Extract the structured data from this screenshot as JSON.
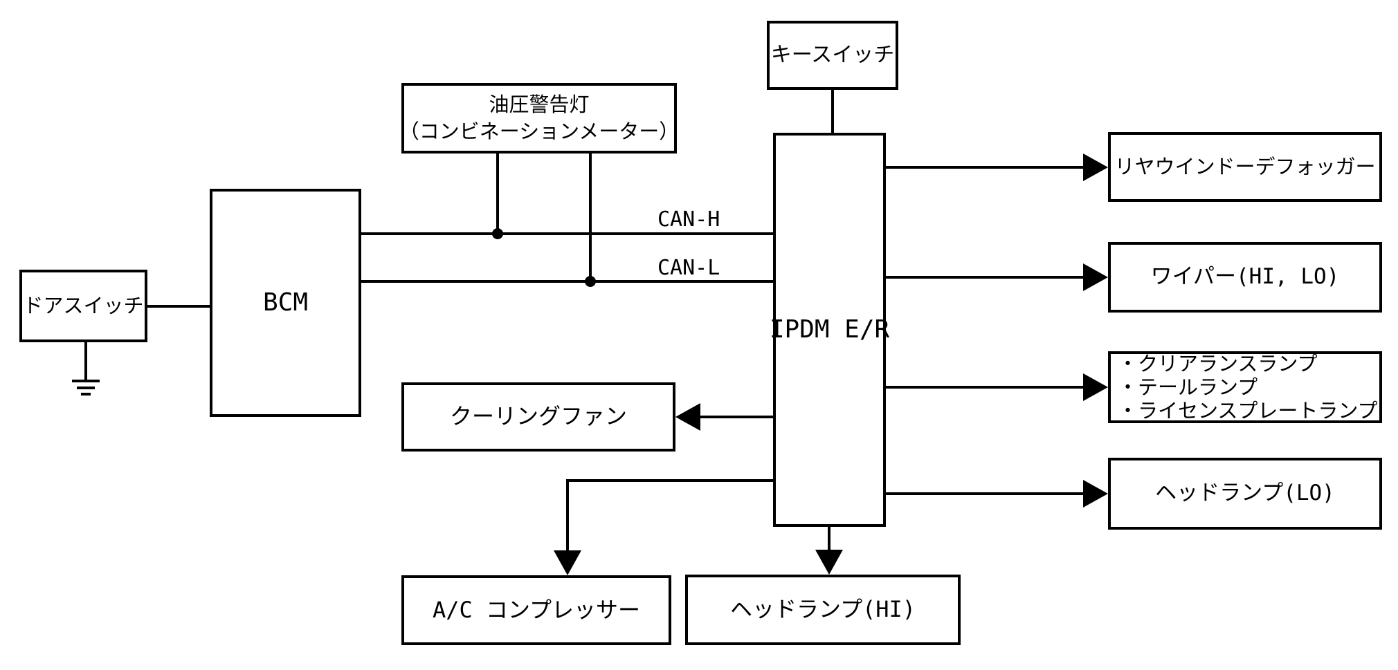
{
  "diagram": {
    "kind": "automotive-can-bus-block-diagram",
    "nodes": {
      "key_switch": {
        "label": "キースイッチ"
      },
      "oil_warning": {
        "label_line1": "油圧警告灯",
        "label_line2": "（コンビネーションメーター）"
      },
      "door_switch": {
        "label": "ドアスイッチ"
      },
      "bcm": {
        "label": "BCM"
      },
      "ipdm": {
        "label": "IPDM E/R"
      },
      "cooling_fan": {
        "label": "クーリングファン"
      },
      "ac_compressor": {
        "label": "A/C コンプレッサー"
      },
      "headlamp_hi": {
        "label": "ヘッドランプ(HI)"
      },
      "rear_defogger": {
        "label": "リヤウインドーデフォッガー"
      },
      "wiper": {
        "label": "ワイパー(HI, LO)"
      },
      "lamp_group": {
        "items": [
          "・クリアランスランプ",
          "・テールランプ",
          "・ライセンスプレートランプ"
        ]
      },
      "headlamp_lo": {
        "label": "ヘッドランプ(LO)"
      }
    },
    "bus_labels": {
      "can_h": "CAN-H",
      "can_l": "CAN-L"
    },
    "colors": {
      "line": "#000000",
      "background": "#ffffff",
      "box_fill": "#ffffff"
    }
  }
}
